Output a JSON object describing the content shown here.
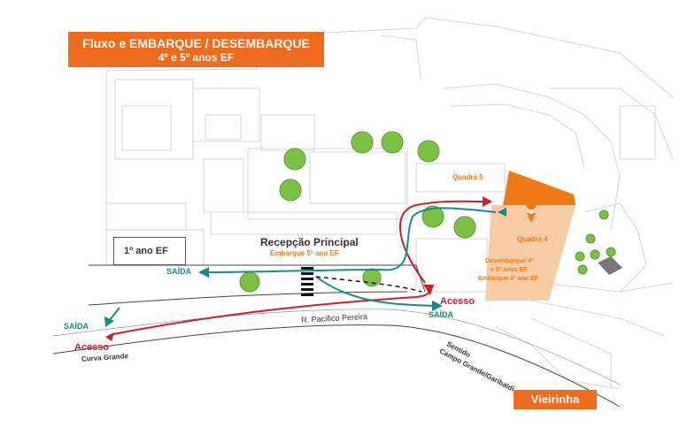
{
  "title": {
    "line1": "Fluxo e EMBARQUE / DESEMBARQUE",
    "line2": "4º e 5º anos EF"
  },
  "neighborhood": "Vieirinha",
  "buildings": {
    "primeiro_ano": "1º ano EF",
    "recepcao": "Recepção Principal",
    "recepcao_sub": "Embarque 5º ano EF",
    "quadra5": "Quadra 5",
    "quadra4": "Quadra 4",
    "quadra4_note_1": "Desembarque 4º",
    "quadra4_note_2": "e 5º anos EF",
    "quadra4_note_3": "Embarque 4º ano EF"
  },
  "streets": {
    "main": "R. Pacífico Pereira",
    "curve": "Curva Grande",
    "sentido": "Sentido",
    "direction": "Campo Grande/Garibaldi"
  },
  "route_labels": {
    "saida_left_top": "SAÍDA",
    "saida_left_bottom": "SAÍDA",
    "saida_right": "SAÍDA",
    "acesso_left": "Acesso",
    "acesso_right": "Acesso"
  },
  "colors": {
    "orange": "#ef6c1e",
    "teal": "#1a8a87",
    "red": "#c8202e",
    "light_orange": "#f7c79b",
    "tree": "#7cc242"
  }
}
